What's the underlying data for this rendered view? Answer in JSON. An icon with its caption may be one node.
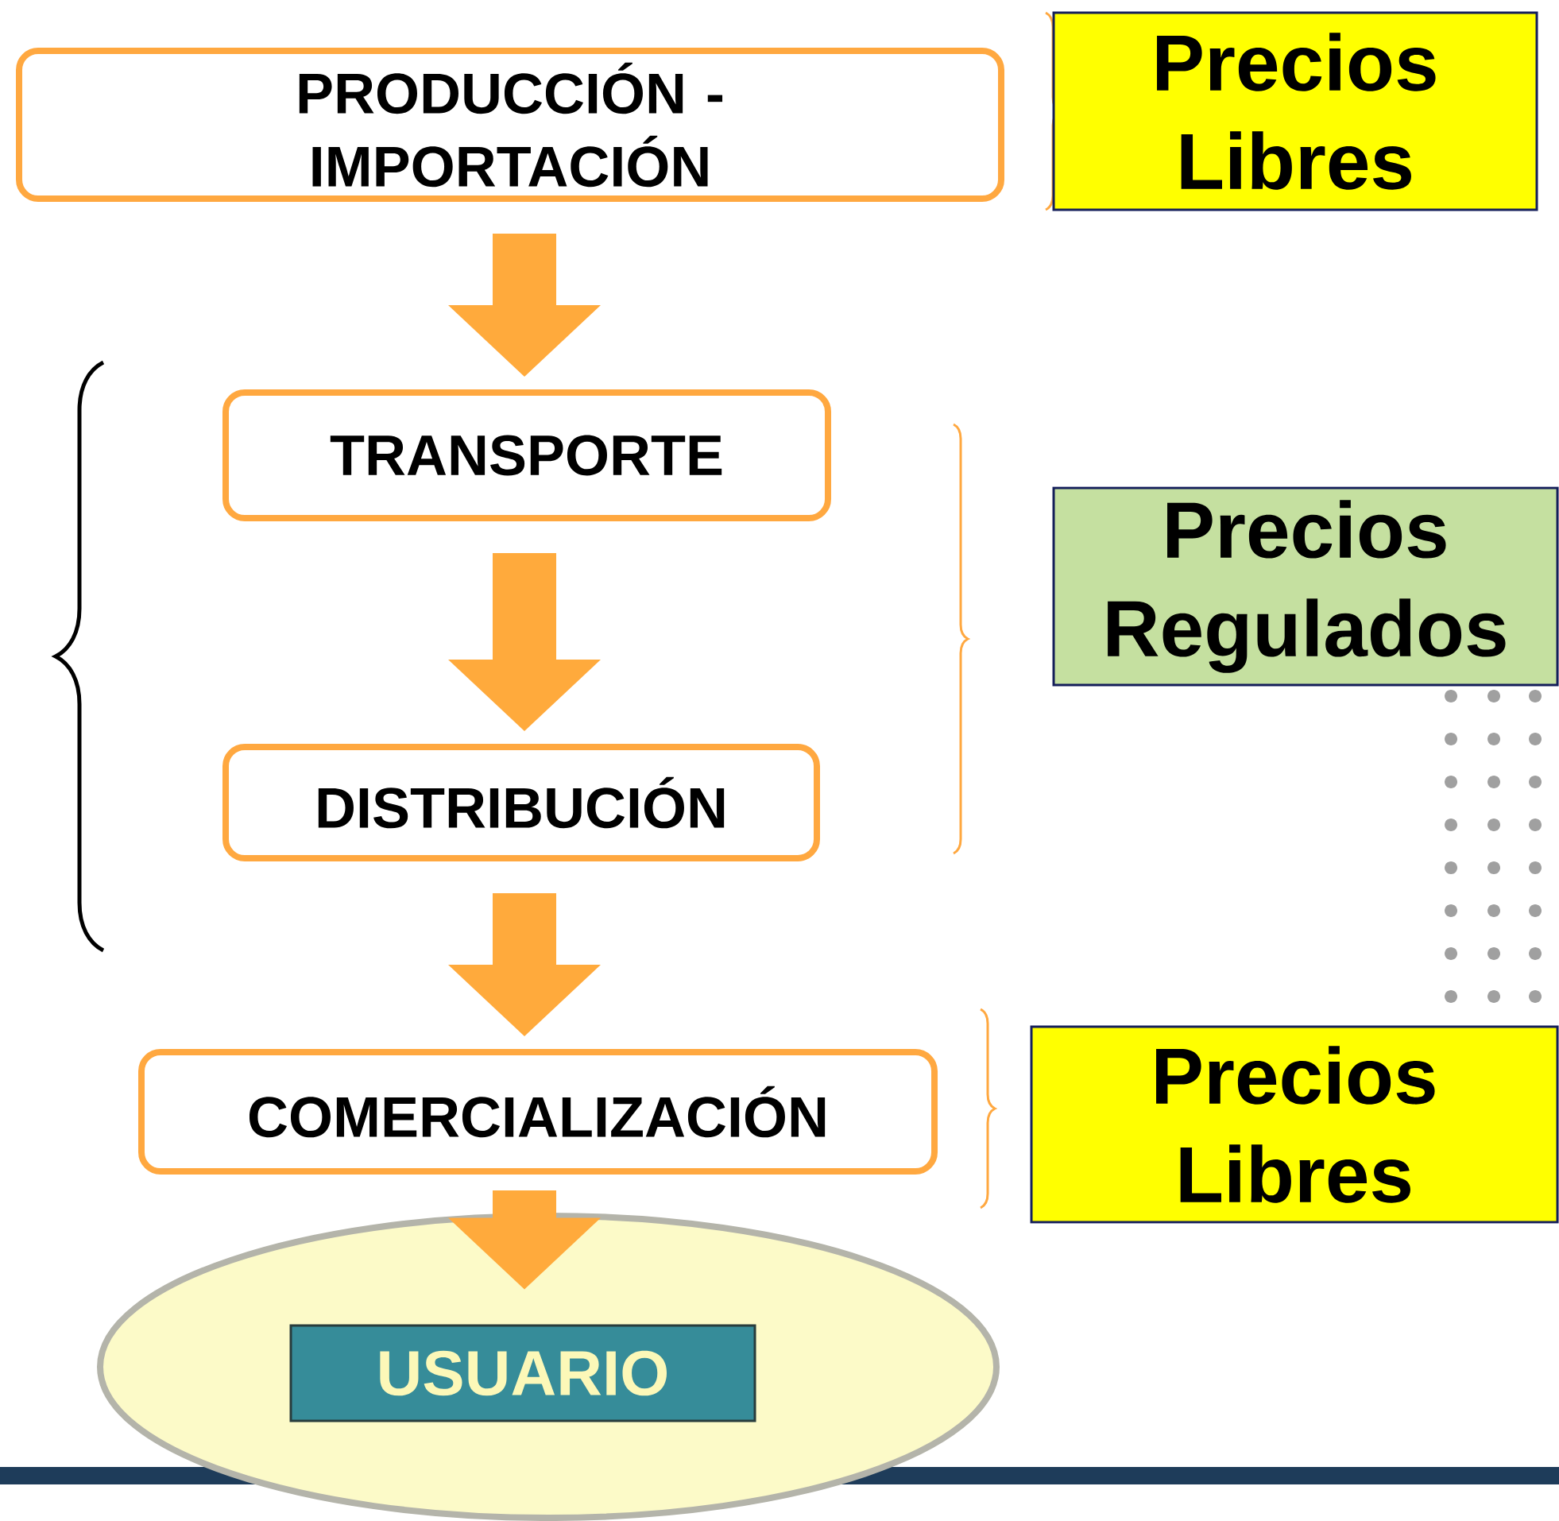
{
  "diagram": {
    "nodes": [
      {
        "text": [
          "PRODUCCIÓN - IMPORTACIÓN"
        ]
      },
      {
        "text": [
          "Precios Libres"
        ]
      },
      {
        "text": [
          "TRANSPORTE"
        ]
      },
      {
        "text": [
          "Precios Regulados"
        ]
      },
      {
        "text": [
          "DISTRIBUCIÓN"
        ]
      },
      {
        "text": [
          "COMERCIALIZACIÓN"
        ]
      },
      {
        "text": [
          "Precios Libres"
        ]
      },
      {
        "text": [],
        "shape": "ellipse"
      },
      {
        "text": [
          "USUARIO"
        ],
        "in": 7
      }
    ],
    "edges": [
      {
        "from": 0,
        "to": 2,
        "arrow": "to"
      },
      {
        "from": 2,
        "to": 4,
        "arrow": "to"
      },
      {
        "from": 4,
        "to": 5,
        "arrow": "to"
      },
      {
        "from": 5,
        "to": 8,
        "arrow": "to"
      }
    ]
  }
}
